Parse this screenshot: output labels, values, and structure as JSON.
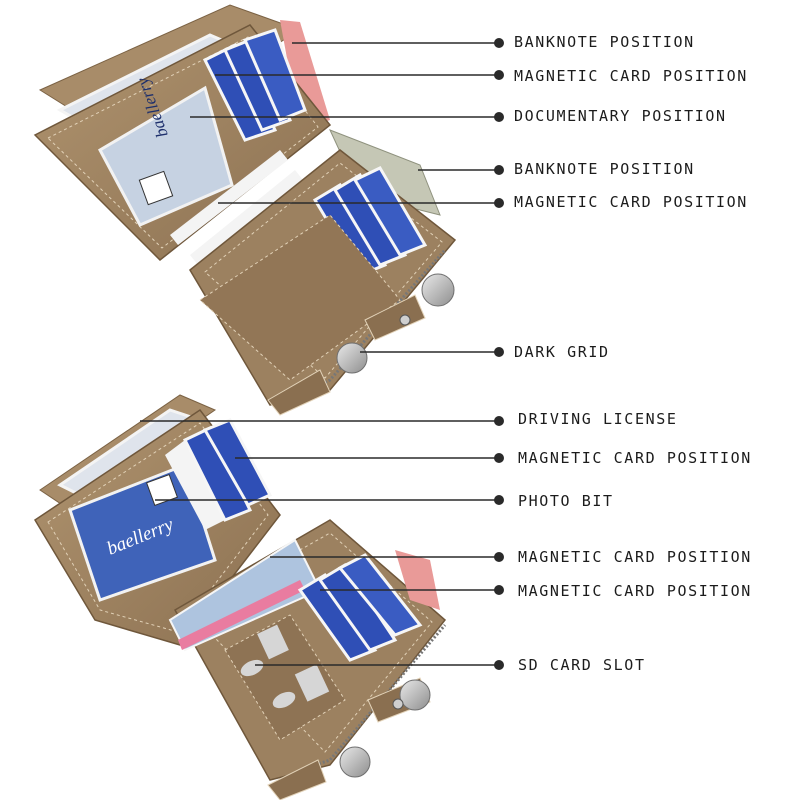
{
  "image": {
    "subject": "brown-leather-trifold-wallet",
    "colors": {
      "leather": "#9d8260",
      "leather_dark": "#7e6547",
      "leather_light": "#b49a76",
      "stitch": "#e2d2b8",
      "card_blue": "#2f4fb6",
      "card_white": "#f6f6f6",
      "window": "#c6d2e2",
      "callout_line": "#2a2a2a"
    }
  },
  "top_wallet": {
    "callouts": [
      {
        "label": "BANKNOTE POSITION"
      },
      {
        "label": "MAGNETIC CARD POSITION"
      },
      {
        "label": "DOCUMENTARY POSITION"
      },
      {
        "label": "BANKNOTE POSITION"
      },
      {
        "label": "MAGNETIC CARD POSITION"
      },
      {
        "label": "DARK GRID"
      }
    ],
    "id_card_brand": "baellerry"
  },
  "bottom_wallet": {
    "callouts": [
      {
        "label": "DRIVING LICENSE"
      },
      {
        "label": "MAGNETIC CARD POSITION"
      },
      {
        "label": "PHOTO BIT"
      },
      {
        "label": "MAGNETIC CARD POSITION"
      },
      {
        "label": "MAGNETIC CARD POSITION"
      },
      {
        "label": "SD CARD SLOT"
      }
    ],
    "id_card_brand": "baellerry"
  }
}
